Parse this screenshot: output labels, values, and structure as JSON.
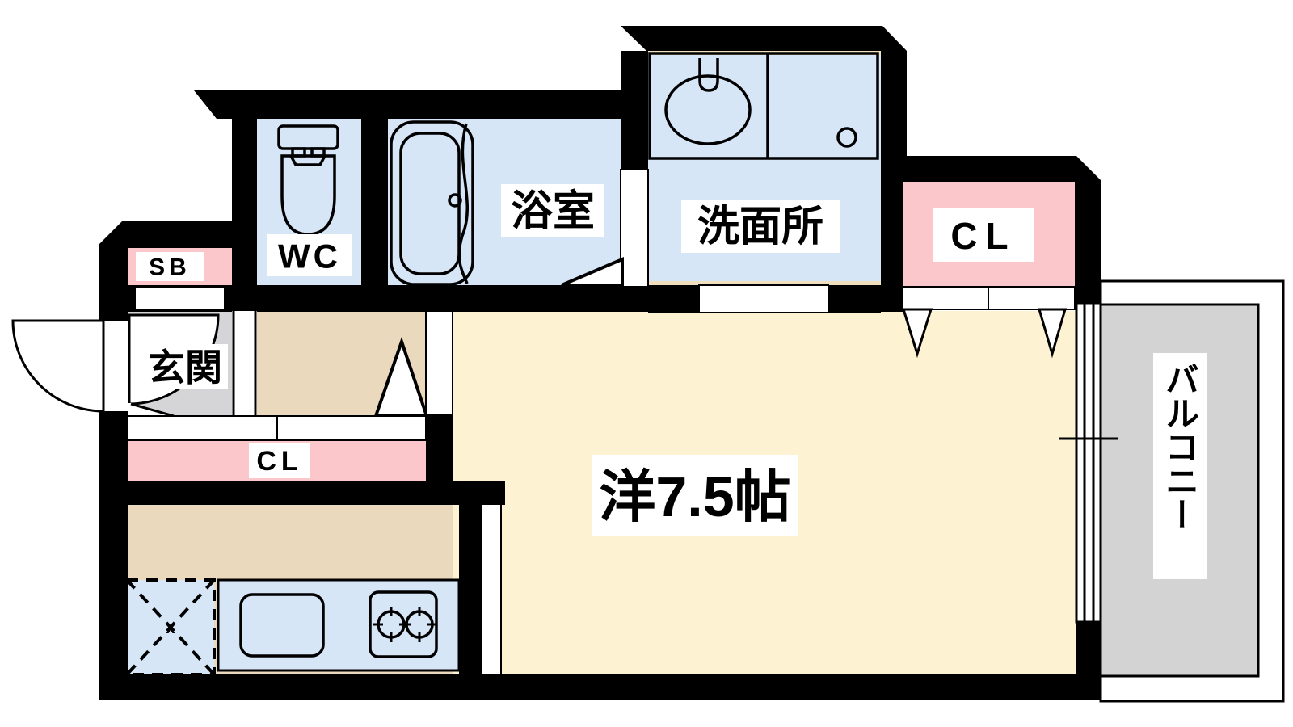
{
  "plan": {
    "type": "apartment-floor-plan",
    "rooms": {
      "entrance": {
        "label": "玄関"
      },
      "shoe_box": {
        "label": "SB"
      },
      "wc": {
        "label": "WC"
      },
      "bathroom": {
        "label": "浴室"
      },
      "washroom": {
        "label": "洗面所"
      },
      "closet_upper": {
        "label": "CL"
      },
      "closet_hall": {
        "label": "CL"
      },
      "main_room": {
        "label": "洋7.5帖"
      },
      "balcony": {
        "label": "バルコニー"
      }
    },
    "colors": {
      "wall": "#000000",
      "water_rooms_blue": "#d7e6f7",
      "closet_pink": "#fbc7ca",
      "main_room_cream": "#fdf3d3",
      "hall_kitchen_tan": "#ead9bc",
      "entrance_gray": "#d5d5d7",
      "balcony_gray": "#d3d3d3",
      "label_bg": "#ffffff"
    }
  }
}
